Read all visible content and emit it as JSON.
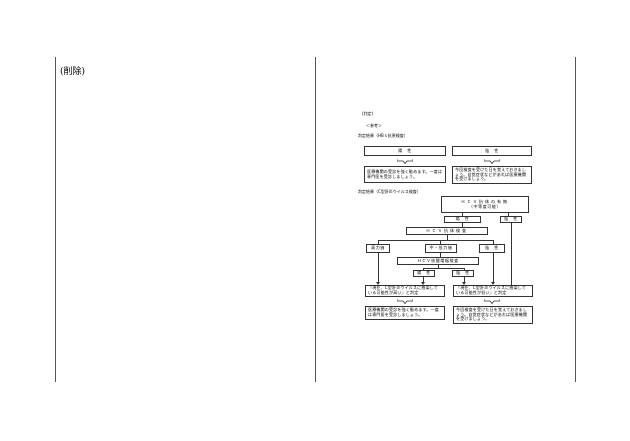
{
  "left_column": {
    "deleted_label": "(削除)"
  },
  "right_column": {
    "header_label": "(判定)",
    "reference_label": "＜参考＞",
    "hbs": {
      "caption": "判定結果（HBｓ抗原検査）",
      "positive": "陽　性",
      "negative": "陰　性",
      "result_positive": "医療機関の受診を強く勧めます。一度は専門医を受診しましょう。",
      "result_negative": "今回検査を受けた日を覚えておきましょう。自覚症状などがあれば医療機関を受けましょう。"
    },
    "hcv": {
      "caption": "判定結果（C型肝炎ウイルス検査）",
      "antibody_title": "ＨＣＶ抗体の有無",
      "antibody_sub": "（中等度可能）",
      "positive": "陽　性",
      "negative": "陰　性",
      "titer_test": "ＨＣＶ抗体検査",
      "high": "高力価",
      "mid_low": "中・低力価",
      "titer_negative": "陰　性",
      "rna_test": "ＨＣＶ核酸増幅検査",
      "rna_positive": "陽　性",
      "rna_negative": "陰　性",
      "infected_msg": "『現在、C型肝炎ウイルスに感染している可能性が高い』と判定",
      "not_infected_msg": "『現在、C型肝炎ウイルスに感染している可能性が低い』と判定",
      "advice_infected": "医療機関の受診を強く勧めます。一度は専門医を受診しましょう。",
      "advice_not_infected": "今回検査を受けた日を覚えておきましょう。自覚症状などがあれば医療機関を受けましょう。"
    }
  }
}
